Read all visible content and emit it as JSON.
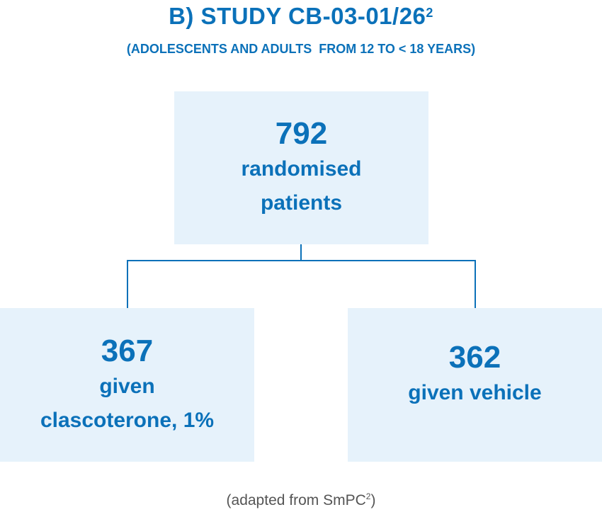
{
  "title": {
    "text": "B) STUDY CB-03-01/26",
    "superscript": "2"
  },
  "subtitle": "(ADOLESCENTS AND ADULTS  FROM 12 TO < 18 YEARS)",
  "top_box": {
    "number": "792",
    "line1": "randomised",
    "line2": "patients"
  },
  "left_box": {
    "number": "367",
    "line1": "given",
    "line2": "clascoterone, 1%"
  },
  "right_box": {
    "number": "362",
    "line1": "given vehicle"
  },
  "footnote": {
    "text": "(adapted from SmPC",
    "superscript": "2",
    "close": ")"
  },
  "colors": {
    "primary": "#0b71b9",
    "box_bg": "#e6f2fb",
    "footnote": "#555555"
  }
}
